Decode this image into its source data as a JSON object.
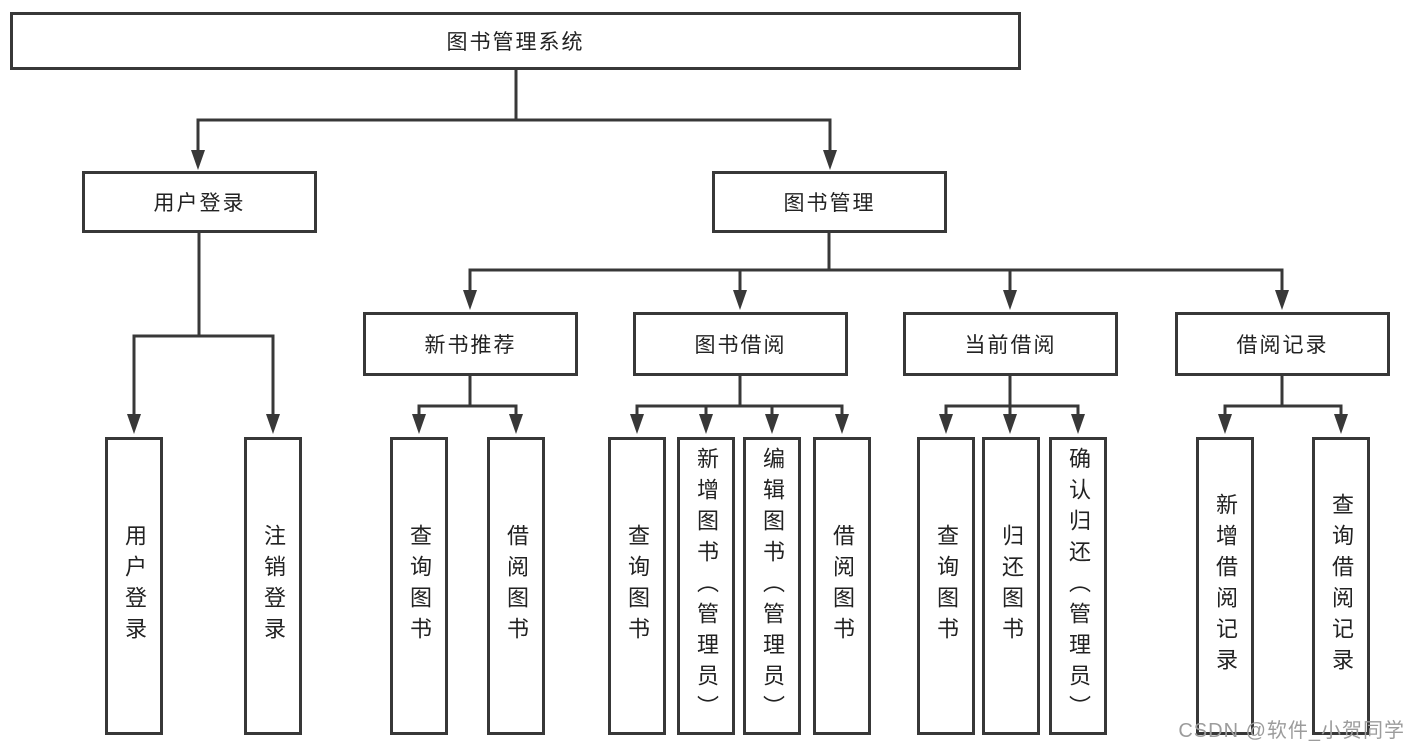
{
  "diagram": {
    "root": {
      "label": "图书管理系统"
    },
    "branches": [
      {
        "label": "用户登录",
        "children": [
          "用户登录",
          "注销登录"
        ]
      },
      {
        "label": "图书管理",
        "children": [
          {
            "label": "新书推荐",
            "children": [
              "查询图书",
              "借阅图书"
            ]
          },
          {
            "label": "图书借阅",
            "children": [
              "查询图书",
              "新增图书（管理员）",
              "编辑图书（管理员）",
              "借阅图书"
            ]
          },
          {
            "label": "当前借阅",
            "children": [
              "查询图书",
              "归还图书",
              "确认归还（管理员）"
            ]
          },
          {
            "label": "借阅记录",
            "children": [
              "新增借阅记录",
              "查询借阅记录"
            ]
          }
        ]
      }
    ]
  },
  "watermark": "CSDN @软件_小贺同学",
  "colors": {
    "line": "#383838",
    "box_border": "#383838",
    "text": "#222222",
    "watermark": "#9c9c9c",
    "background": "#ffffff"
  }
}
